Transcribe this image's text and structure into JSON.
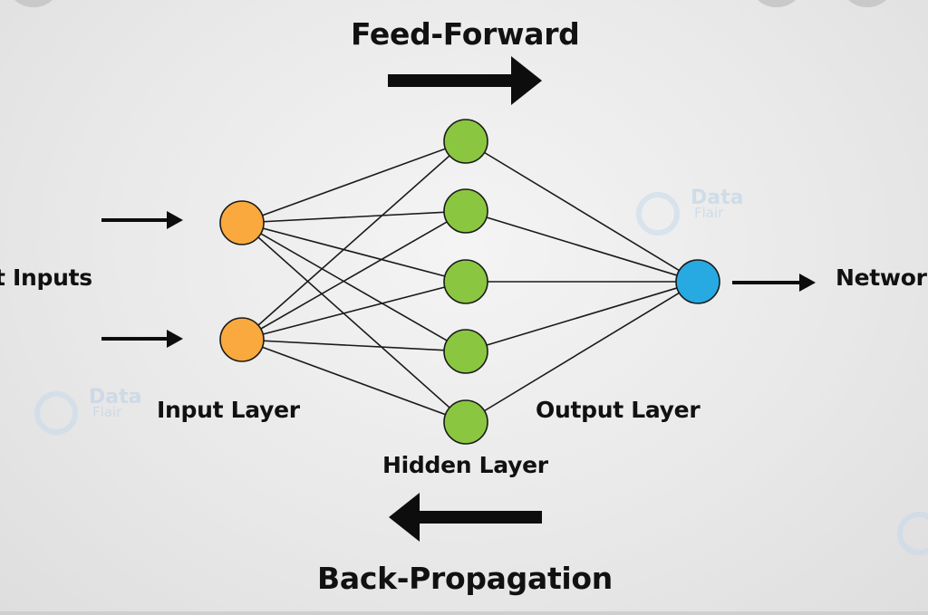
{
  "diagram": {
    "top_label": "Feed-Forward",
    "bottom_label": "Back-Propagation",
    "left_label": "t Inputs",
    "right_label": "Networ",
    "input_layer_label": "Input Layer",
    "hidden_layer_label": "Hidden Layer",
    "output_layer_label": "Output Layer",
    "input_node_color": "#F9A93D",
    "hidden_node_color": "#8BC640",
    "output_node_color": "#27A9E1",
    "watermark_text": "Data",
    "watermark_subtext": "Flair",
    "layers": [
      {
        "name": "input",
        "node_count": 2
      },
      {
        "name": "hidden",
        "node_count": 5
      },
      {
        "name": "output",
        "node_count": 1
      }
    ]
  }
}
